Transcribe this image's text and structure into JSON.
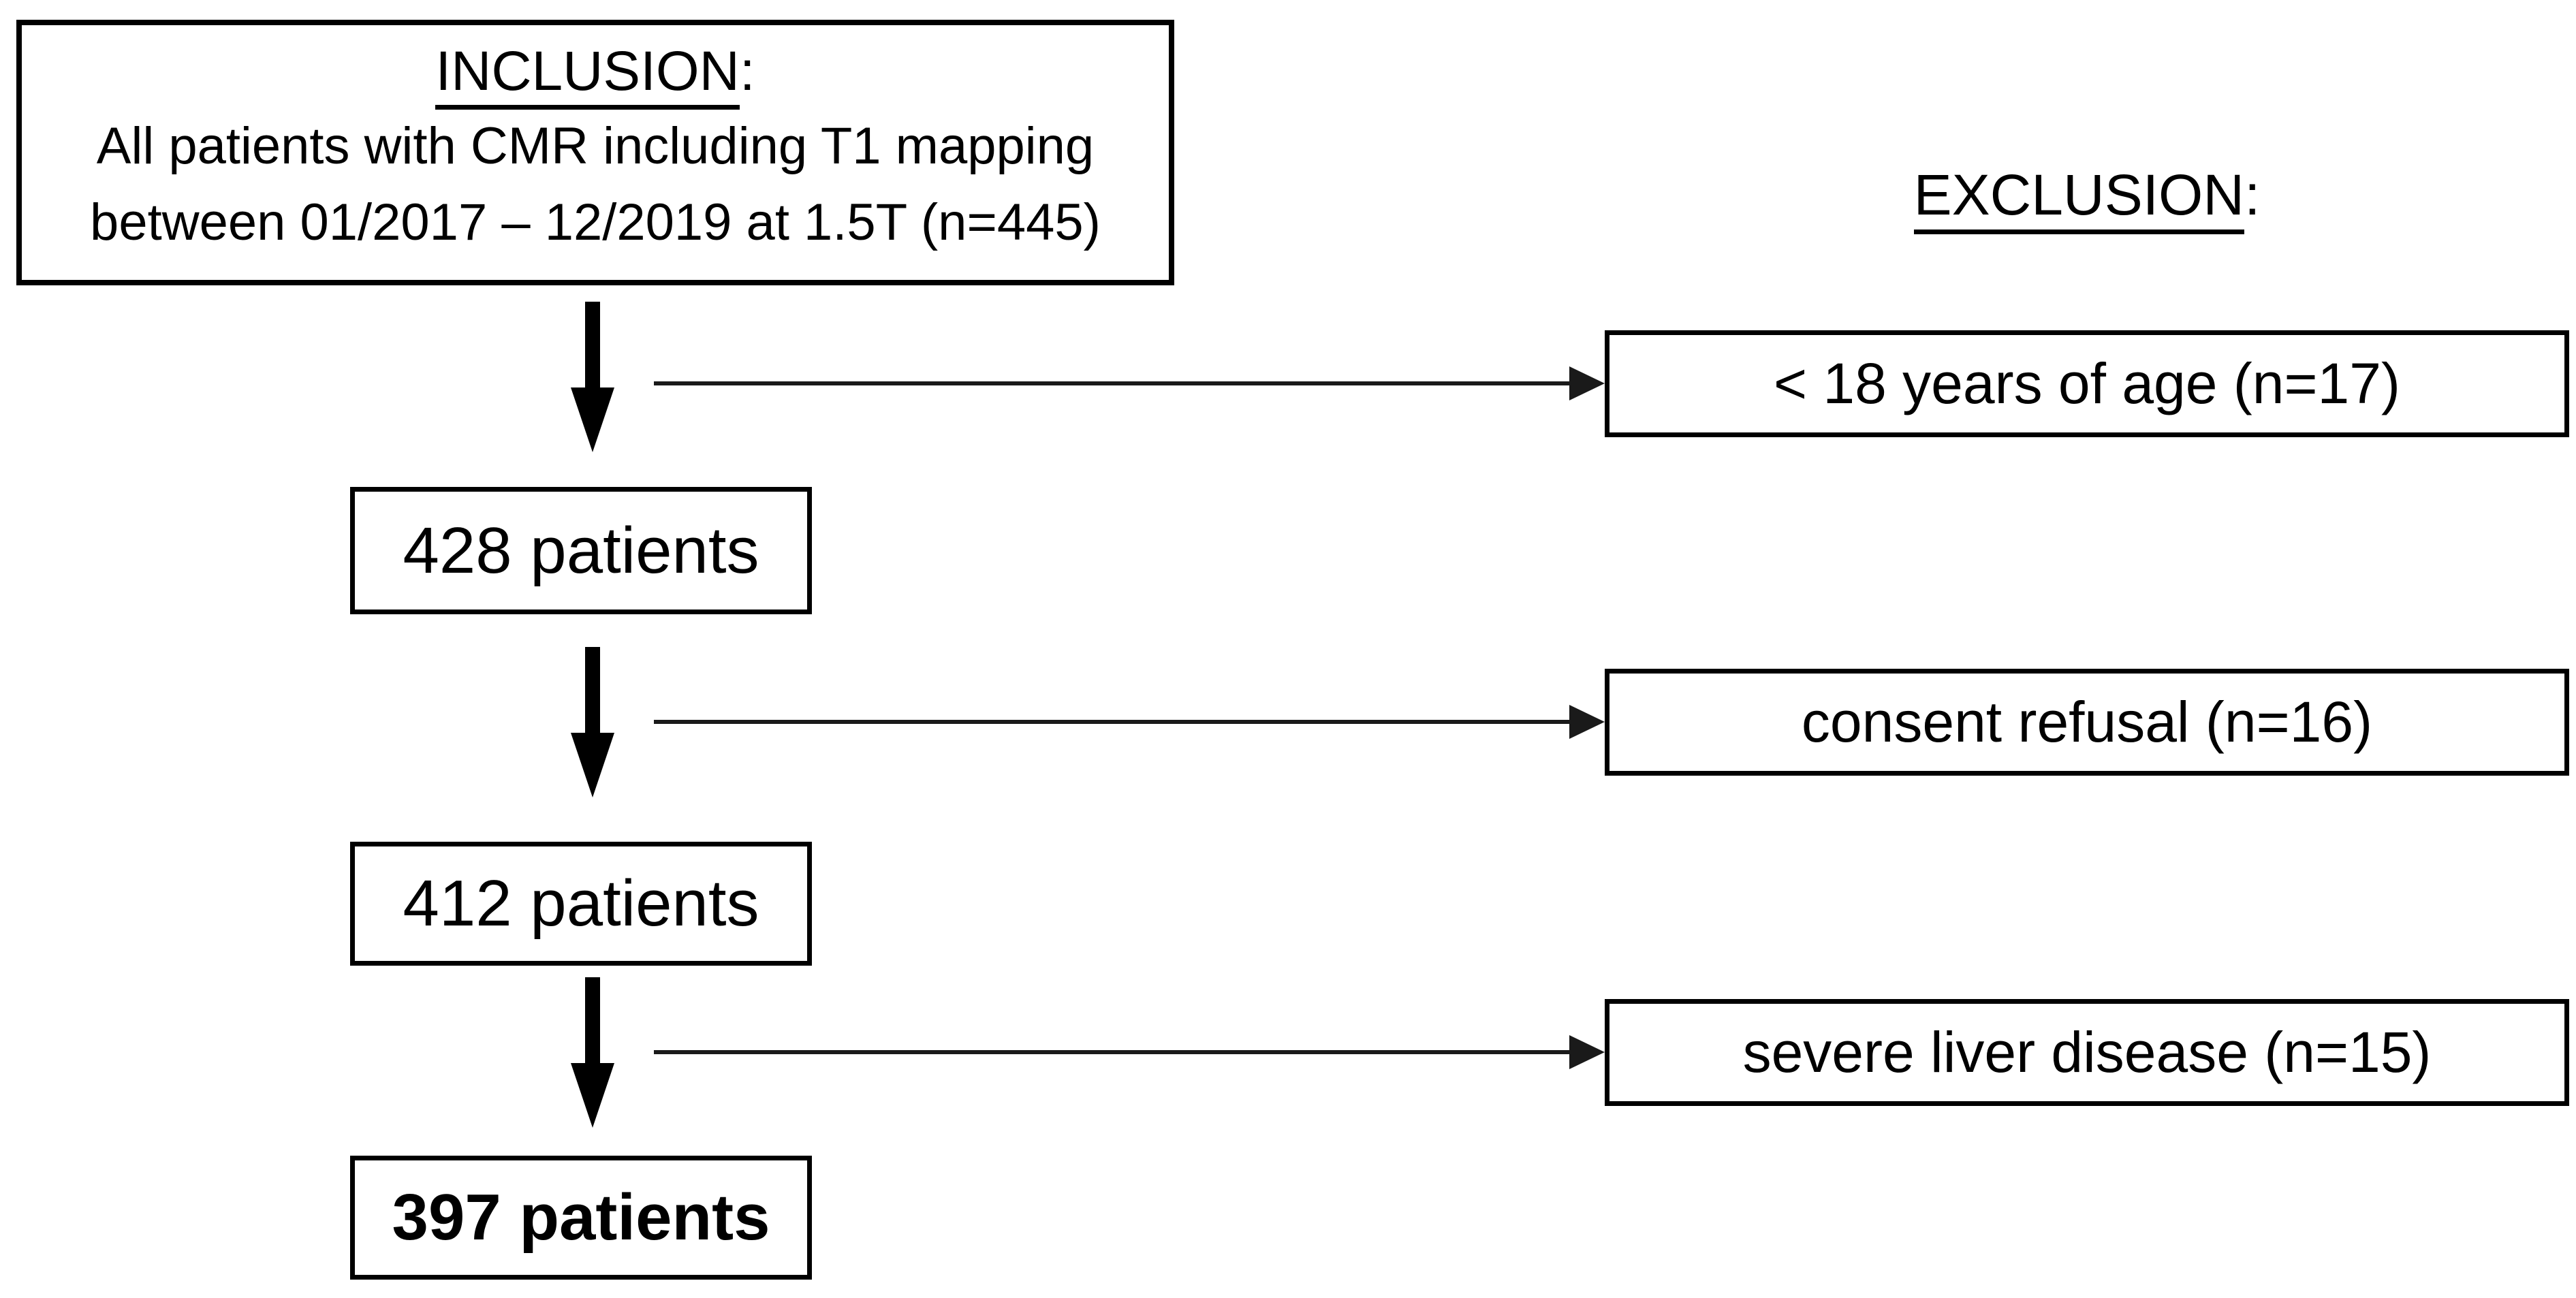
{
  "colors": {
    "ink": "#000000",
    "arrow_line": "#1a1a1a",
    "background": "#ffffff"
  },
  "inclusion_box": {
    "title": "INCLUSION",
    "title_colon": ":",
    "line1": "All patients with CMR including T1 mapping",
    "line2": "between 01/2017 – 12/2019 at 1.5T (n=445)"
  },
  "exclusion_header": {
    "title": "EXCLUSION",
    "colon": ":"
  },
  "flow_boxes": [
    {
      "label": "428 patients"
    },
    {
      "label": "412 patients"
    },
    {
      "label": "397 patients"
    }
  ],
  "exclusion_boxes": [
    {
      "label": "< 18 years of age (n=17)"
    },
    {
      "label": "consent refusal (n=16)"
    },
    {
      "label": "severe liver disease (n=15)"
    }
  ]
}
